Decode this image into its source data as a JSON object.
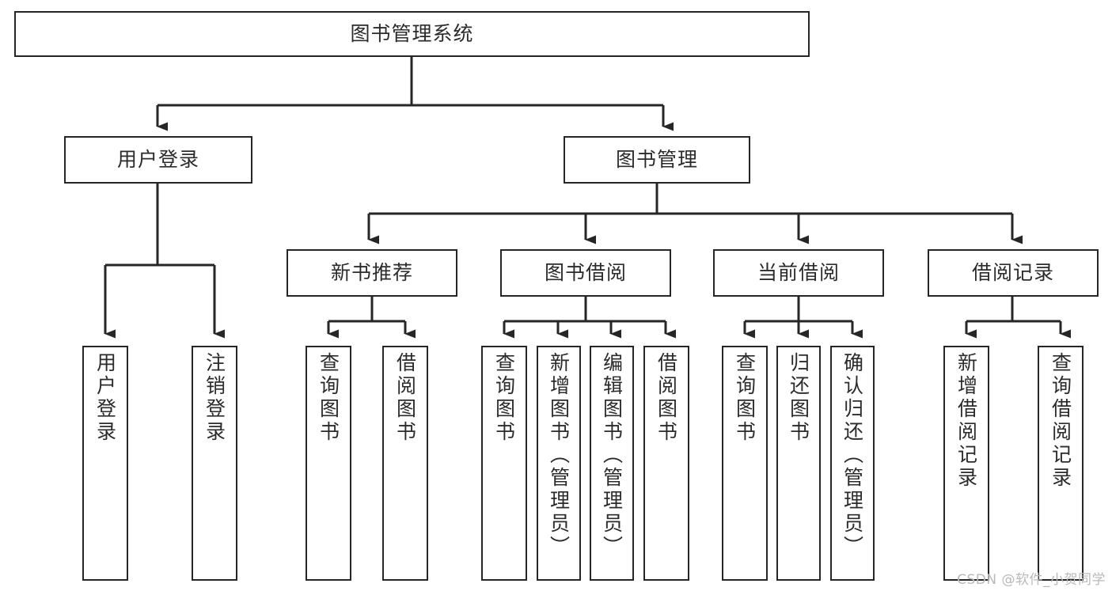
{
  "diagram": {
    "title": "图书管理系统",
    "watermark": "CSDN @软件_小贺同学",
    "line_color": "#262626",
    "text_color": "#2b2b2b",
    "background": "#ffffff",
    "root": {
      "label": "图书管理系统"
    },
    "level2": [
      {
        "label": "用户登录"
      },
      {
        "label": "图书管理"
      }
    ],
    "level3": [
      {
        "label": "新书推荐"
      },
      {
        "label": "图书借阅"
      },
      {
        "label": "当前借阅"
      },
      {
        "label": "借阅记录"
      }
    ],
    "leaves": {
      "user_login": [
        {
          "label": "用户登录"
        },
        {
          "label": "注销登录"
        }
      ],
      "new_book": [
        {
          "label": "查询图书"
        },
        {
          "label": "借阅图书"
        }
      ],
      "book_borrow": [
        {
          "label": "查询图书"
        },
        {
          "label": "新增图书（管理员）"
        },
        {
          "label": "编辑图书（管理员）"
        },
        {
          "label": "借阅图书"
        }
      ],
      "current_borrow": [
        {
          "label": "查询图书"
        },
        {
          "label": "归还图书"
        },
        {
          "label": "确认归还（管理员）"
        }
      ],
      "borrow_record": [
        {
          "label": "新增借阅记录"
        },
        {
          "label": "查询借阅记录"
        }
      ]
    }
  }
}
